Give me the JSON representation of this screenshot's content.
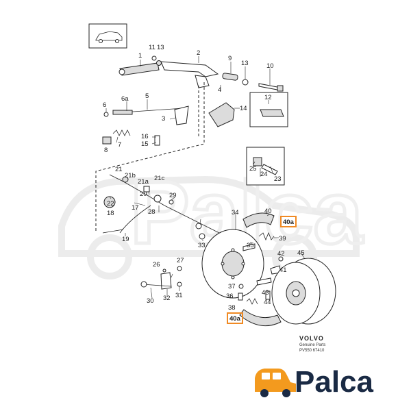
{
  "diagram": {
    "callouts": [
      "1",
      "2",
      "3",
      "4",
      "5",
      "6",
      "6a",
      "7",
      "8",
      "9",
      "10",
      "11",
      "12",
      "13",
      "13",
      "14",
      "15",
      "16",
      "17",
      "18",
      "19",
      "20",
      "21",
      "21a",
      "21b",
      "21c",
      "22",
      "23",
      "24",
      "25",
      "26",
      "27",
      "28",
      "29",
      "30",
      "31",
      "32",
      "33",
      "34",
      "35",
      "36",
      "37",
      "38",
      "39",
      "40",
      "40a",
      "40a",
      "41",
      "42",
      "43",
      "44",
      "45"
    ],
    "highlighted_callouts": [
      "40a"
    ],
    "watermark": "Palca",
    "brand": "VOLVO",
    "caption_line1": "Genuine Parts",
    "caption_line2": "PV550 67410",
    "colors": {
      "highlight": "#f08a24",
      "logo_accent": "#f39a1e",
      "logo_text": "#1a2a44"
    }
  },
  "logo": {
    "text": "Palca",
    "icon": "car-icon"
  }
}
